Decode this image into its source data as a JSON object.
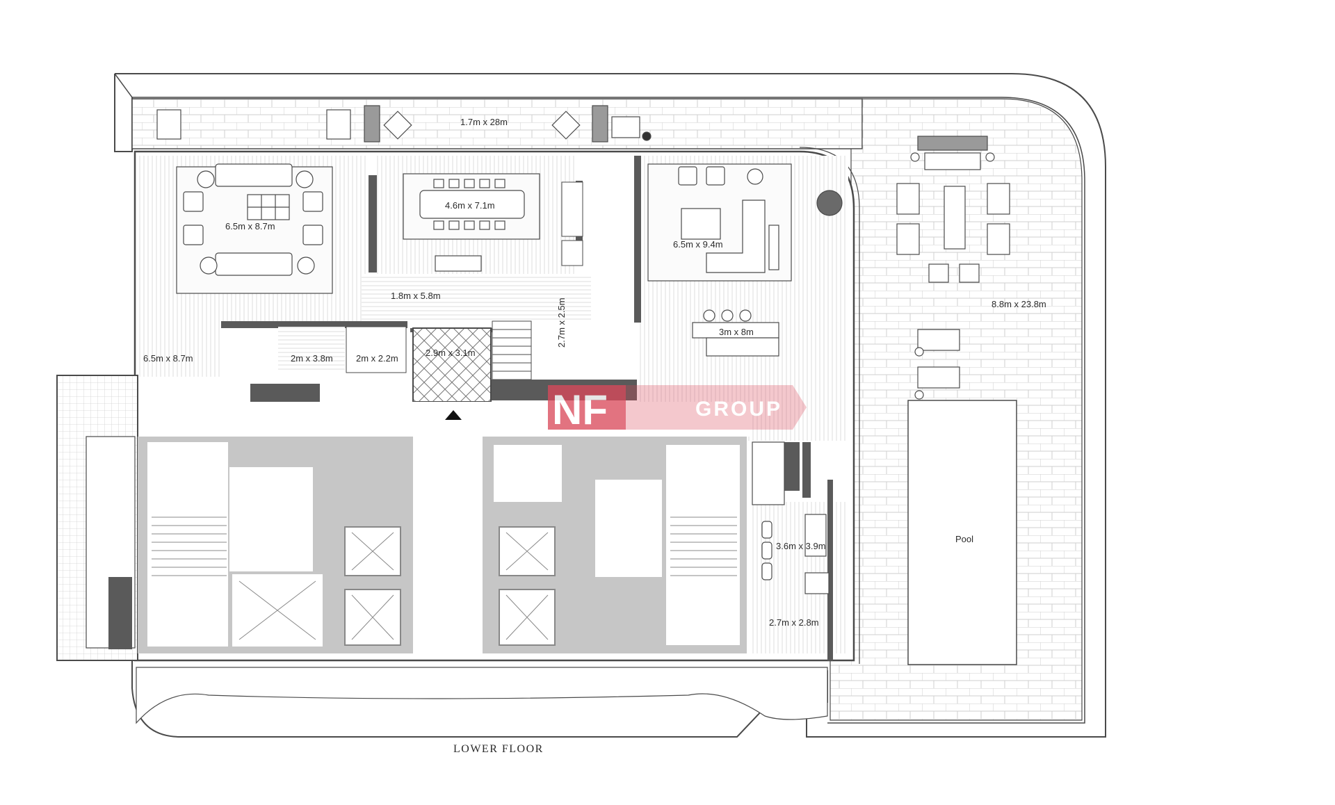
{
  "rooms": [
    {
      "id": "terrace",
      "label": "1.7m x 28m"
    },
    {
      "id": "living",
      "label": "6.5m x 8.7m"
    },
    {
      "id": "dining",
      "label": "4.6m x 7.1m"
    },
    {
      "id": "lounge",
      "label": "6.5m x 9.4m"
    },
    {
      "id": "roof-terrace",
      "label": "8.8m x 23.8m"
    },
    {
      "id": "gallery",
      "label": "1.8m x 5.8m"
    },
    {
      "id": "stair-hall",
      "label": "2.7m x 2.5m"
    },
    {
      "id": "kitchen",
      "label": "3m x 8m"
    },
    {
      "id": "study",
      "label": "6.5m x 8.7m"
    },
    {
      "id": "bath-a",
      "label": "2m x 3.8m"
    },
    {
      "id": "bath-b",
      "label": "2m x 2.2m"
    },
    {
      "id": "foyer",
      "label": "2.9m x 3.1m"
    },
    {
      "id": "service-room",
      "label": "3.6m x 3.9m"
    },
    {
      "id": "service-bath",
      "label": "2.7m x 2.8m"
    },
    {
      "id": "pool",
      "label": "Pool"
    }
  ],
  "caption": "LOWER FLOOR",
  "watermark": {
    "primary": "NF",
    "secondary": "GROUP",
    "color": "#d9485a"
  },
  "colors": {
    "line": "#4a4a4a",
    "core": "#bdbdbd",
    "dark": "#5a5a5a",
    "tile": "#cfcfcf"
  }
}
